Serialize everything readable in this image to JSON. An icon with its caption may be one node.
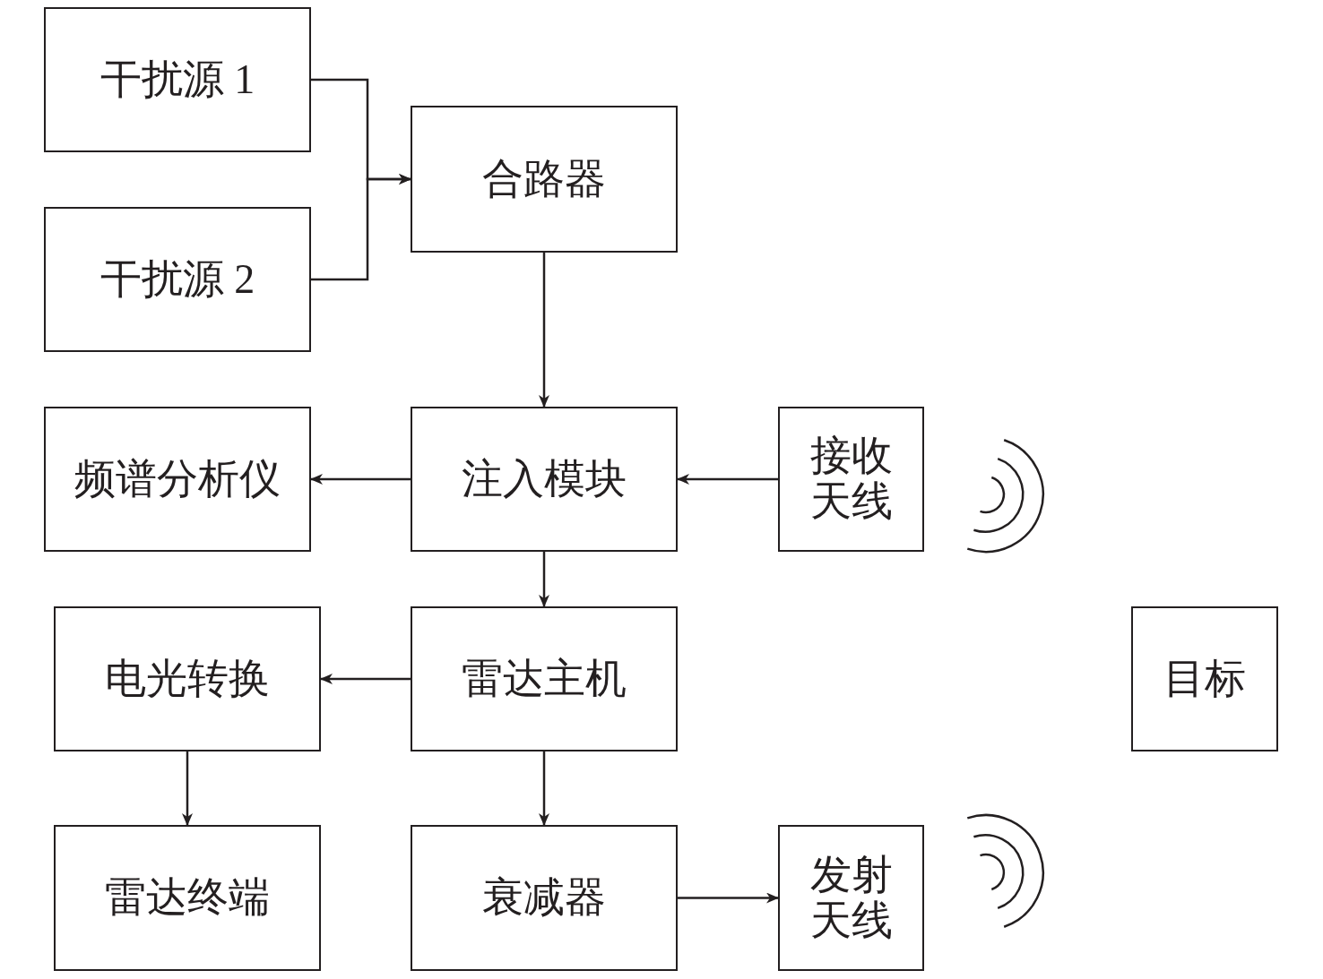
{
  "diagram": {
    "nodes": [
      {
        "text": [
          "干扰源 1"
        ]
      },
      {
        "text": [
          "干扰源 2"
        ]
      },
      {
        "text": [
          "合路器"
        ]
      },
      {
        "text": [
          "频谱分析仪"
        ]
      },
      {
        "text": [
          "注入模块"
        ]
      },
      {
        "text": [
          "接收天线"
        ]
      },
      {
        "text": [
          "电光转换"
        ]
      },
      {
        "text": [
          "雷达主机"
        ]
      },
      {
        "text": [
          "目标"
        ]
      },
      {
        "text": [
          "雷达终端"
        ]
      },
      {
        "text": [
          "衰减器"
        ]
      },
      {
        "text": [
          "发射天线"
        ]
      }
    ],
    "edges": [
      {
        "from": 0,
        "to": 2,
        "arrow": "to"
      },
      {
        "from": 1,
        "to": 2,
        "arrow": "to"
      },
      {
        "from": 2,
        "to": 4,
        "arrow": "to"
      },
      {
        "from": 4,
        "to": 3,
        "arrow": "to"
      },
      {
        "from": 5,
        "to": 4,
        "arrow": "to"
      },
      {
        "from": 4,
        "to": 7,
        "arrow": "to"
      },
      {
        "from": 7,
        "to": 6,
        "arrow": "to"
      },
      {
        "from": 6,
        "to": 9,
        "arrow": "to"
      },
      {
        "from": 7,
        "to": 10,
        "arrow": "to"
      },
      {
        "from": 10,
        "to": 11,
        "arrow": "to"
      }
    ]
  }
}
